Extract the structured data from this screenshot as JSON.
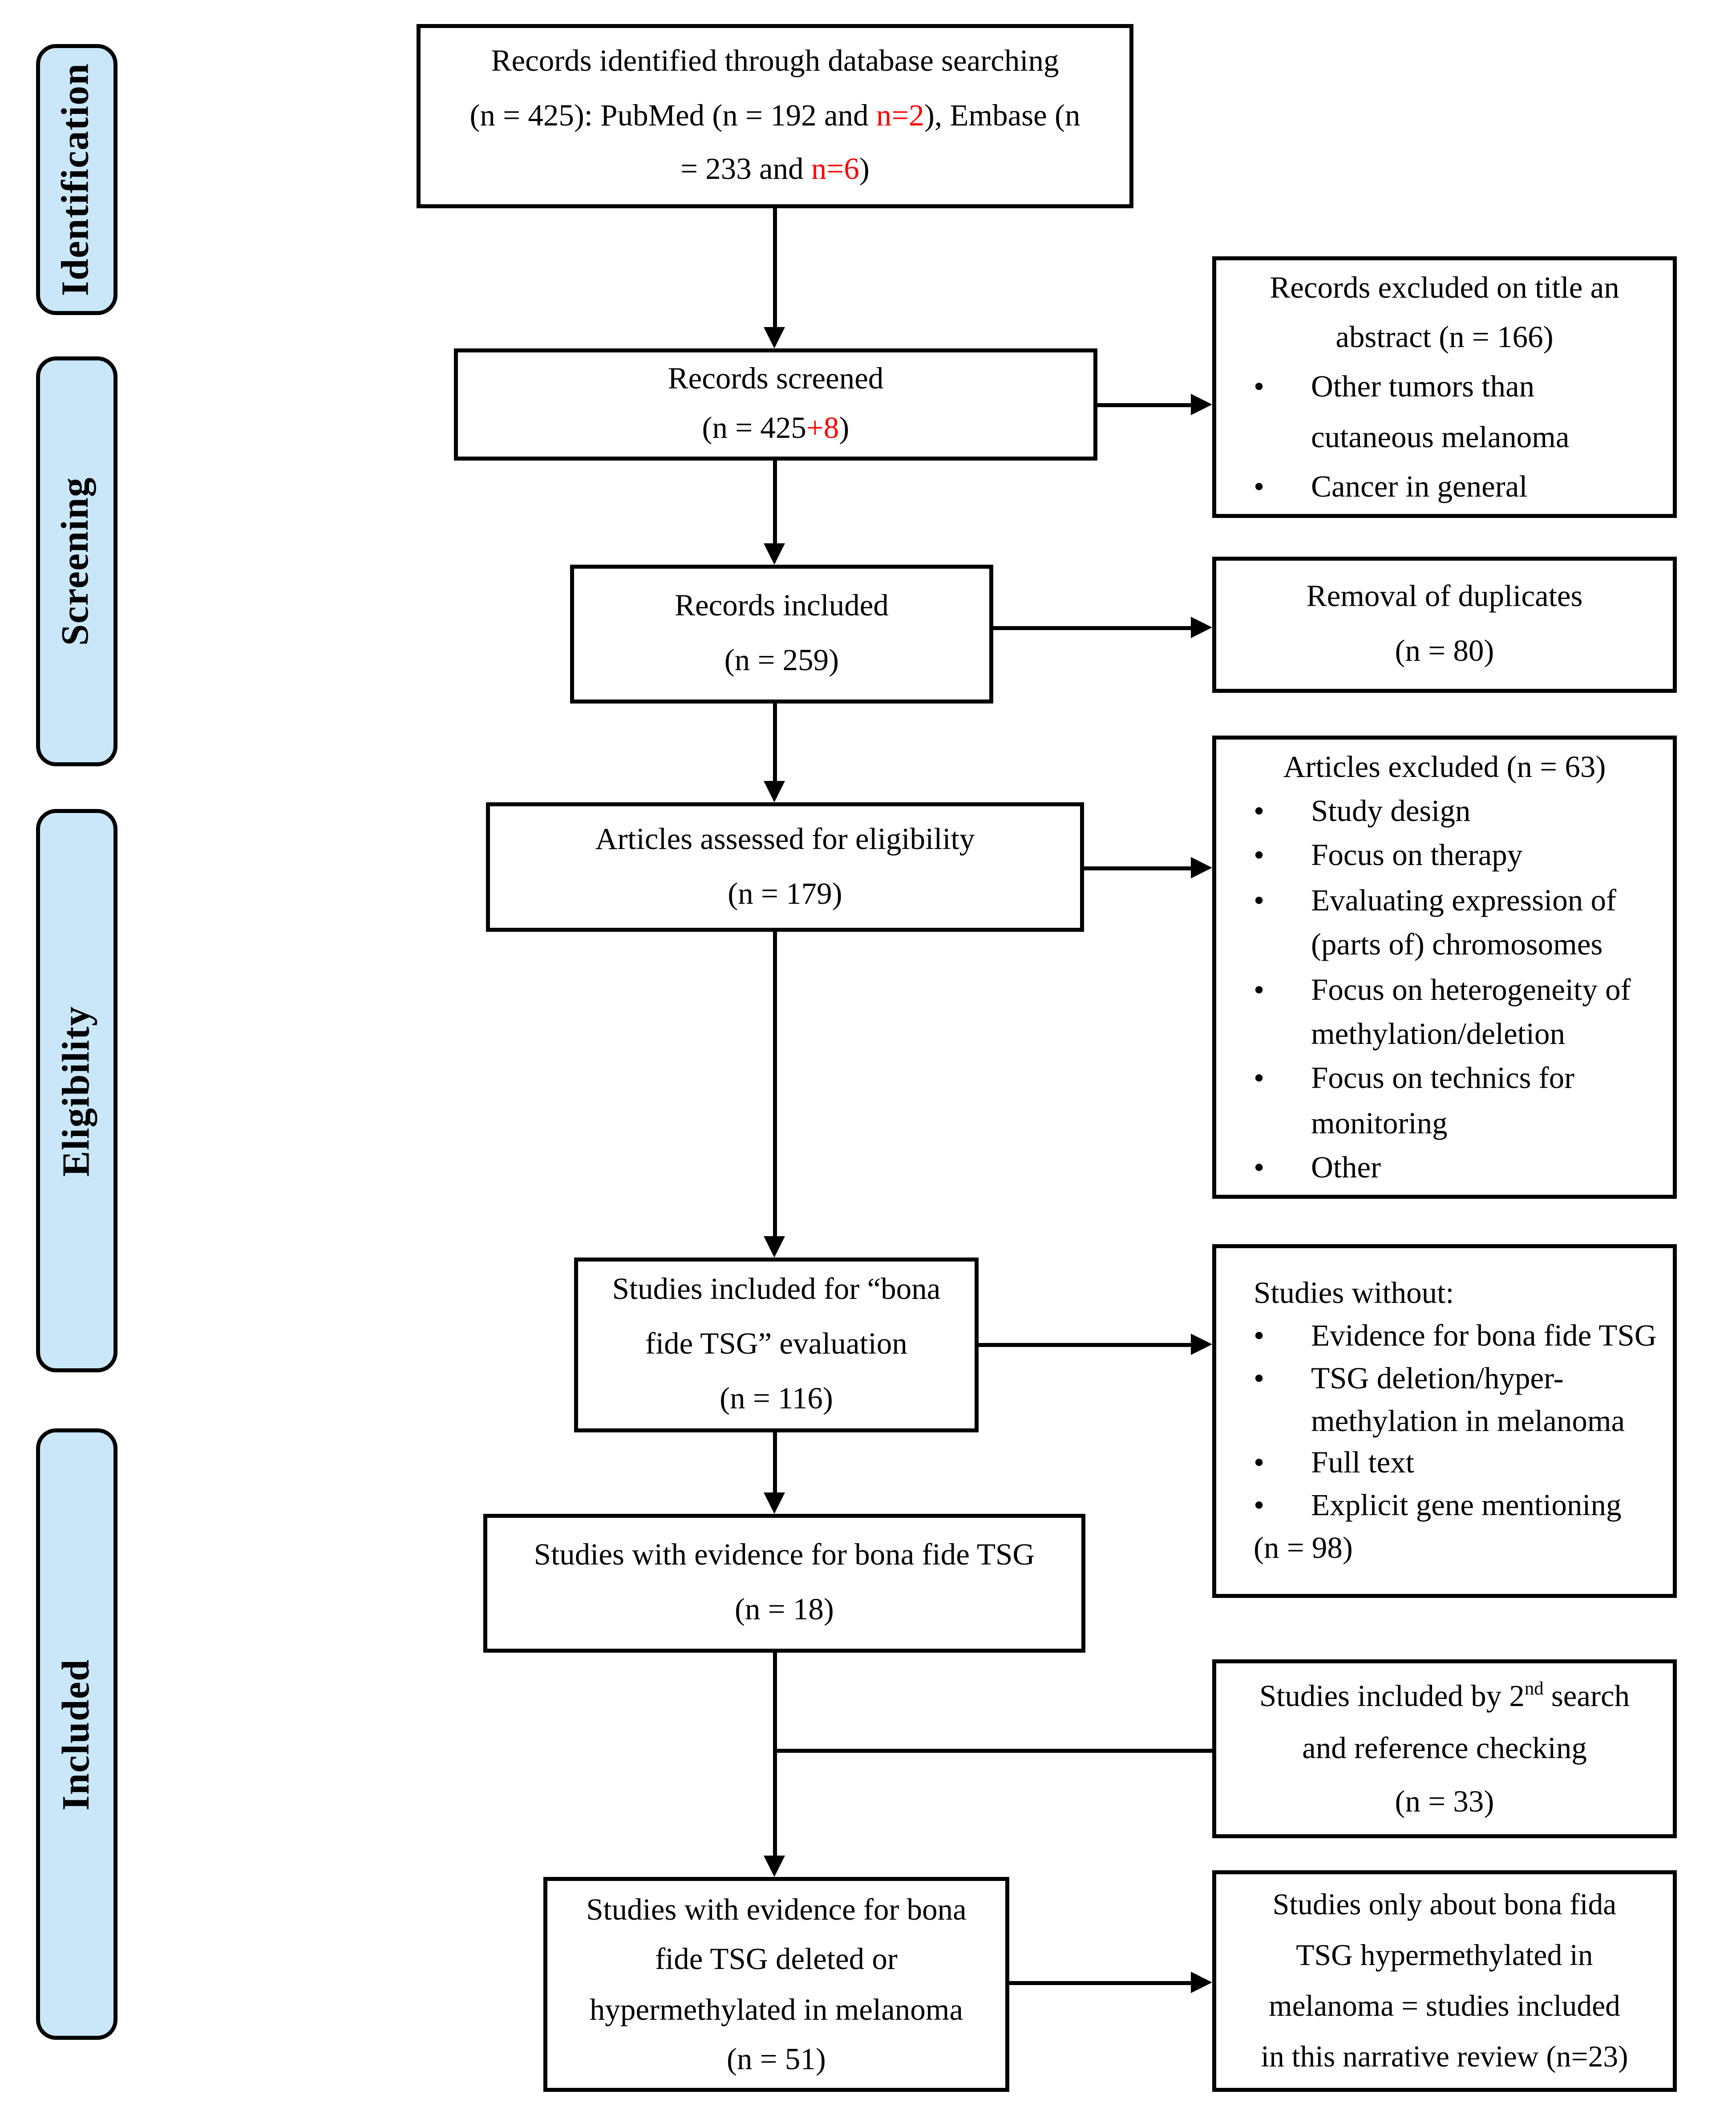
{
  "colors": {
    "stage_fill": "#c9e7f9",
    "box_border": "#000000",
    "highlight_red": "#ff0000",
    "background": "#ffffff"
  },
  "stages": [
    {
      "label": "Identification"
    },
    {
      "label": "Screening"
    },
    {
      "label": "Eligibility"
    },
    {
      "label": "Included"
    }
  ],
  "boxes": {
    "identified": {
      "lines": [
        [
          {
            "t": "Records identified through database searching"
          }
        ],
        [
          {
            "t": "(n = 425): PubMed (n = 192 and "
          },
          {
            "t": "n=2",
            "red": true
          },
          {
            "t": "), Embase (n"
          }
        ],
        [
          {
            "t": "= 233 and "
          },
          {
            "t": "n=6",
            "red": true
          },
          {
            "t": ")"
          }
        ]
      ]
    },
    "screened": {
      "lines": [
        [
          {
            "t": "Records screened"
          }
        ],
        [
          {
            "t": "(n = 425"
          },
          {
            "t": "+8",
            "red": true
          },
          {
            "t": ")"
          }
        ]
      ]
    },
    "records_included": {
      "lines": [
        [
          {
            "t": "Records included"
          }
        ],
        [
          {
            "t": "(n = 259)"
          }
        ]
      ]
    },
    "assessed": {
      "lines": [
        [
          {
            "t": "Articles assessed for eligibility"
          }
        ],
        [
          {
            "t": "(n = 179)"
          }
        ]
      ]
    },
    "bona_fide_eval": {
      "lines": [
        [
          {
            "t": "Studies included for “bona"
          }
        ],
        [
          {
            "t": "fide TSG” evaluation"
          }
        ],
        [
          {
            "t": "(n = 116)"
          }
        ]
      ]
    },
    "evidence_tsg": {
      "lines": [
        [
          {
            "t": "Studies with evidence for bona fide TSG"
          }
        ],
        [
          {
            "t": "(n = 18)"
          }
        ]
      ]
    },
    "final_deleted": {
      "lines": [
        [
          {
            "t": "Studies with evidence for bona"
          }
        ],
        [
          {
            "t": "fide TSG deleted or"
          }
        ],
        [
          {
            "t": "hypermethylated in melanoma"
          }
        ],
        [
          {
            "t": "(n = 51)"
          }
        ]
      ]
    },
    "excluded_title": {
      "header_lines": [
        [
          {
            "t": "Records excluded on title an"
          }
        ],
        [
          {
            "t": "abstract (n = 166)"
          }
        ]
      ],
      "bullets": [
        "Other tumors than cutaneous melanoma",
        "Cancer in general"
      ]
    },
    "duplicates": {
      "lines": [
        [
          {
            "t": "Removal of duplicates"
          }
        ],
        [
          {
            "t": "(n = 80)"
          }
        ]
      ]
    },
    "articles_excluded": {
      "header_lines": [
        [
          {
            "t": "Articles excluded (n = 63)"
          }
        ]
      ],
      "bullets": [
        "Study design",
        "Focus on therapy",
        "Evaluating expression of (parts of) chromosomes",
        "Focus on heterogeneity of methylation/deletion",
        "Focus on technics for monitoring",
        "Other"
      ]
    },
    "studies_without": {
      "header_lines": [
        [
          {
            "t": "Studies without:"
          }
        ]
      ],
      "bullets": [
        "Evidence for bona fide TSG",
        "TSG deletion/hyper-methylation in melanoma",
        "Full text",
        "Explicit gene mentioning"
      ],
      "footer": "(n = 98)"
    },
    "second_search": {
      "lines": [
        [
          {
            "t": "Studies included by 2"
          },
          {
            "t": "nd",
            "sup": true
          },
          {
            "t": " search"
          }
        ],
        [
          {
            "t": "and reference checking"
          }
        ],
        [
          {
            "t": "(n = 33)"
          }
        ]
      ]
    },
    "final_included": {
      "lines": [
        [
          {
            "t": "Studies only about bona fida"
          }
        ],
        [
          {
            "t": "TSG hypermethylated in"
          }
        ],
        [
          {
            "t": "melanoma = studies included"
          }
        ],
        [
          {
            "t": "in this narrative review (n=23)"
          }
        ]
      ]
    }
  }
}
